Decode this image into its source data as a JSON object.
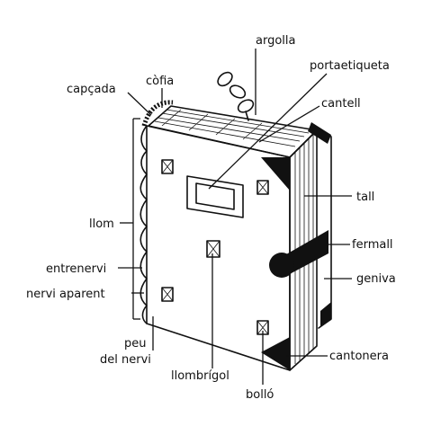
{
  "labels": {
    "argolla": "argolla",
    "portaetiqueta": "portaetiqueta",
    "cofia": "còfia",
    "capcada": "capçada",
    "cantell": "cantell",
    "llom": "llom",
    "tall": "tall",
    "fermall": "fermall",
    "entrenervi": "entrenervi",
    "geniva": "geniva",
    "nervi_aparent": "nervi aparent",
    "peu_line1": "peu",
    "peu_line2": "del nervi",
    "llombrigol": "llombrígol",
    "cantonera": "cantonera",
    "bollo": "bolló"
  },
  "colors": {
    "ink": "#111111",
    "paper": "#ffffff",
    "shade": "#dcdcdc"
  }
}
